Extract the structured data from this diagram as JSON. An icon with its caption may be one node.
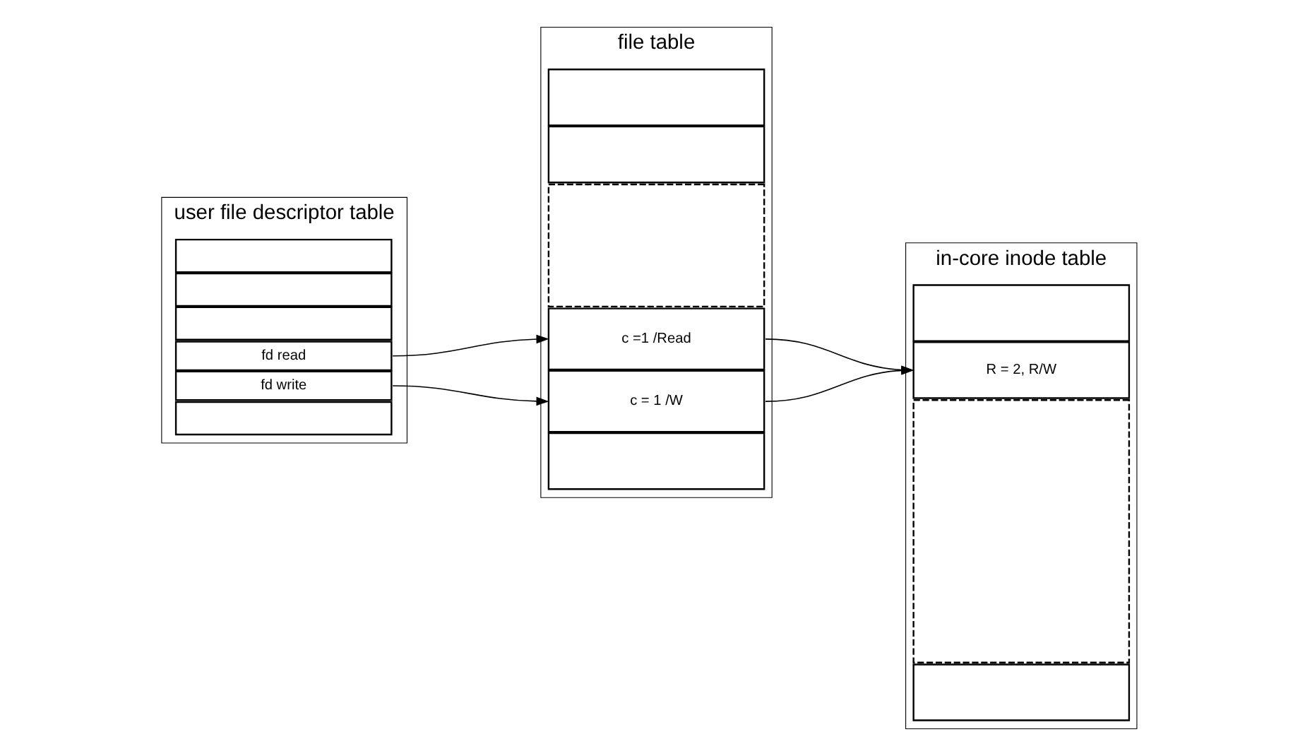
{
  "diagram": {
    "nodes": [
      {
        "text": [
          "user file descriptor table"
        ]
      },
      {
        "text": [],
        "shape": "box",
        "in": 0
      },
      {
        "text": [],
        "shape": "box",
        "in": 0
      },
      {
        "text": [],
        "shape": "box",
        "in": 0
      },
      {
        "text": [
          "fd read"
        ],
        "in": 0
      },
      {
        "text": [
          "fd write"
        ],
        "in": 0
      },
      {
        "text": [],
        "shape": "box",
        "in": 0
      },
      {
        "text": [
          "file table"
        ]
      },
      {
        "text": [],
        "shape": "box",
        "in": 7
      },
      {
        "text": [],
        "shape": "box",
        "in": 7
      },
      {
        "text": [],
        "shape": "box",
        "in": 7
      },
      {
        "text": [
          "c =1 /Read"
        ],
        "in": 7
      },
      {
        "text": [
          "c = 1 /W"
        ],
        "in": 7
      },
      {
        "text": [],
        "shape": "box",
        "in": 7
      },
      {
        "text": [
          "in-core inode table"
        ]
      },
      {
        "text": [],
        "shape": "box",
        "in": 14
      },
      {
        "text": [
          "R = 2, R/W"
        ],
        "in": 14
      },
      {
        "text": [],
        "shape": "box",
        "in": 14
      },
      {
        "text": [],
        "shape": "box",
        "in": 14
      }
    ],
    "edges": [
      {
        "from": 4,
        "to": 11,
        "arrow": "to"
      },
      {
        "from": 5,
        "to": 12,
        "arrow": "to"
      },
      {
        "from": 11,
        "to": 16,
        "arrow": "to"
      },
      {
        "from": 12,
        "to": 16,
        "arrow": "to"
      }
    ]
  }
}
